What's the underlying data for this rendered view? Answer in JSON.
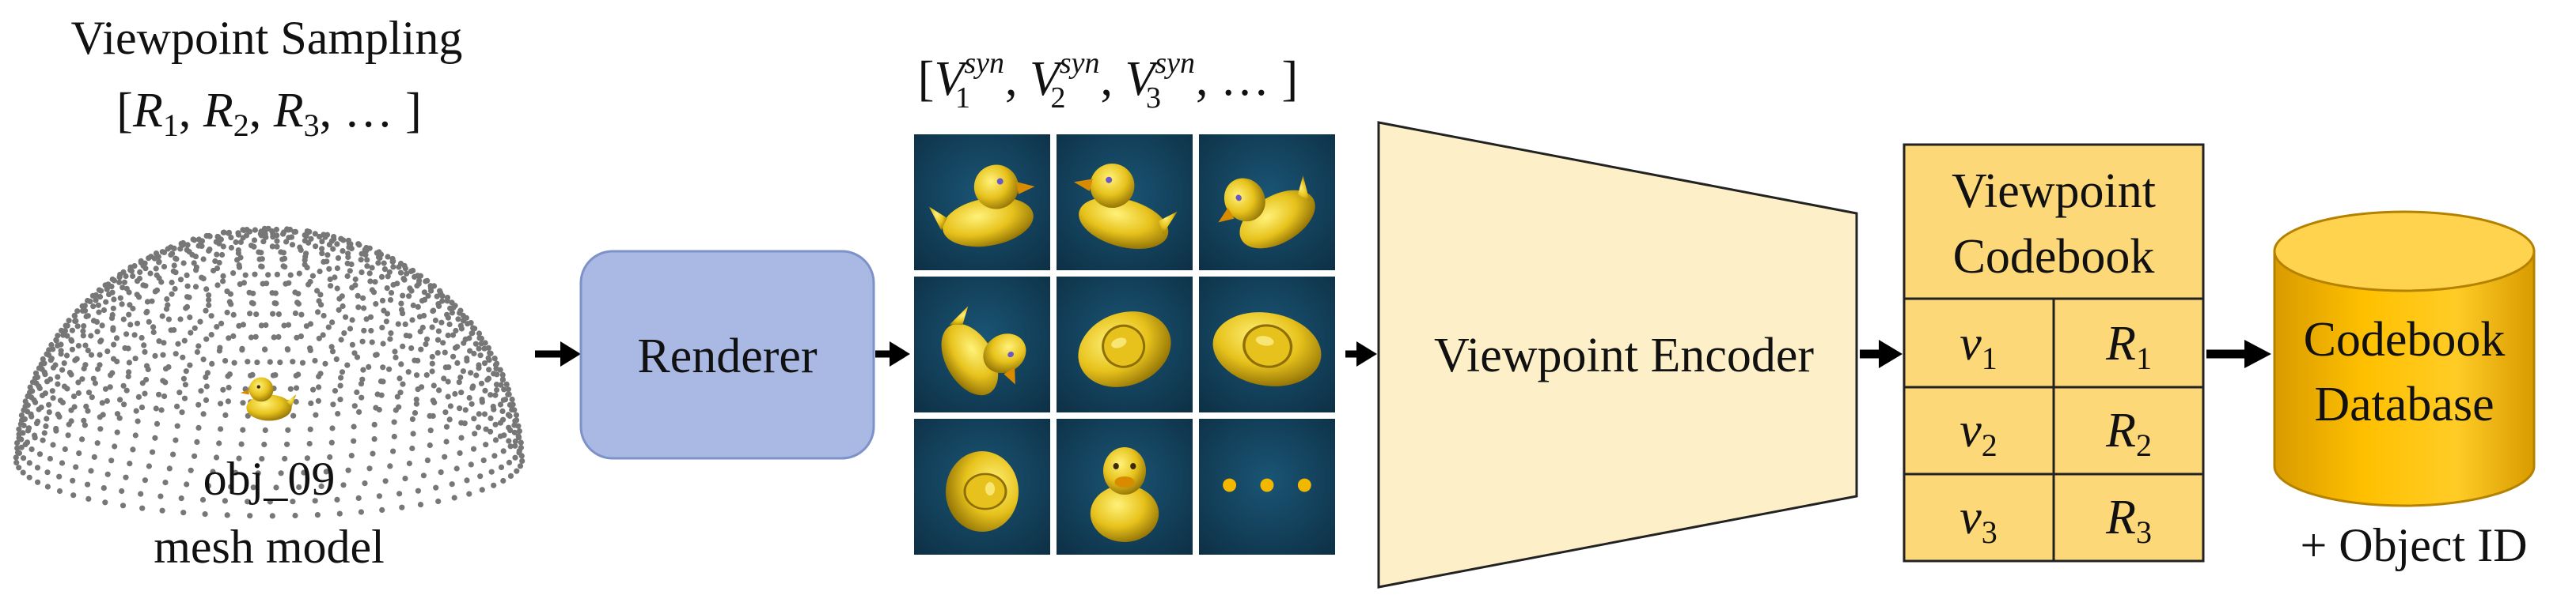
{
  "sampling": {
    "title": "Viewpoint Sampling",
    "formula_open": "[",
    "formula_items": [
      {
        "base": "R",
        "sub": "1"
      },
      {
        "base": "R",
        "sub": "2"
      },
      {
        "base": "R",
        "sub": "3"
      }
    ],
    "formula_tail": ", … ]"
  },
  "mesh": {
    "name": "obj_09",
    "caption": "mesh model"
  },
  "renderer": {
    "label": "Renderer",
    "color": "#a9b9e4"
  },
  "synthetic": {
    "label_open": "[",
    "items": [
      {
        "base": "V",
        "sub": "1",
        "sup": "syn"
      },
      {
        "base": "V",
        "sub": "2",
        "sup": "syn"
      },
      {
        "base": "V",
        "sub": "3",
        "sup": "syn"
      }
    ],
    "label_tail": ", … ]",
    "ellipsis": "• • •",
    "tile_color": "#123e57"
  },
  "encoder": {
    "label": "Viewpoint Encoder",
    "color": "#fdf0c8"
  },
  "codebook": {
    "title_line1": "Viewpoint",
    "title_line2": "Codebook",
    "color": "#fdd878",
    "rows": [
      {
        "code": "v",
        "code_sub": "1",
        "rot": "R",
        "rot_sub": "1"
      },
      {
        "code": "v",
        "code_sub": "2",
        "rot": "R",
        "rot_sub": "2"
      },
      {
        "code": "v",
        "code_sub": "3",
        "rot": "R",
        "rot_sub": "3"
      }
    ]
  },
  "database": {
    "line1": "Codebook",
    "line2": "Database",
    "caption": "+ Object ID",
    "color": "#ffc000"
  }
}
